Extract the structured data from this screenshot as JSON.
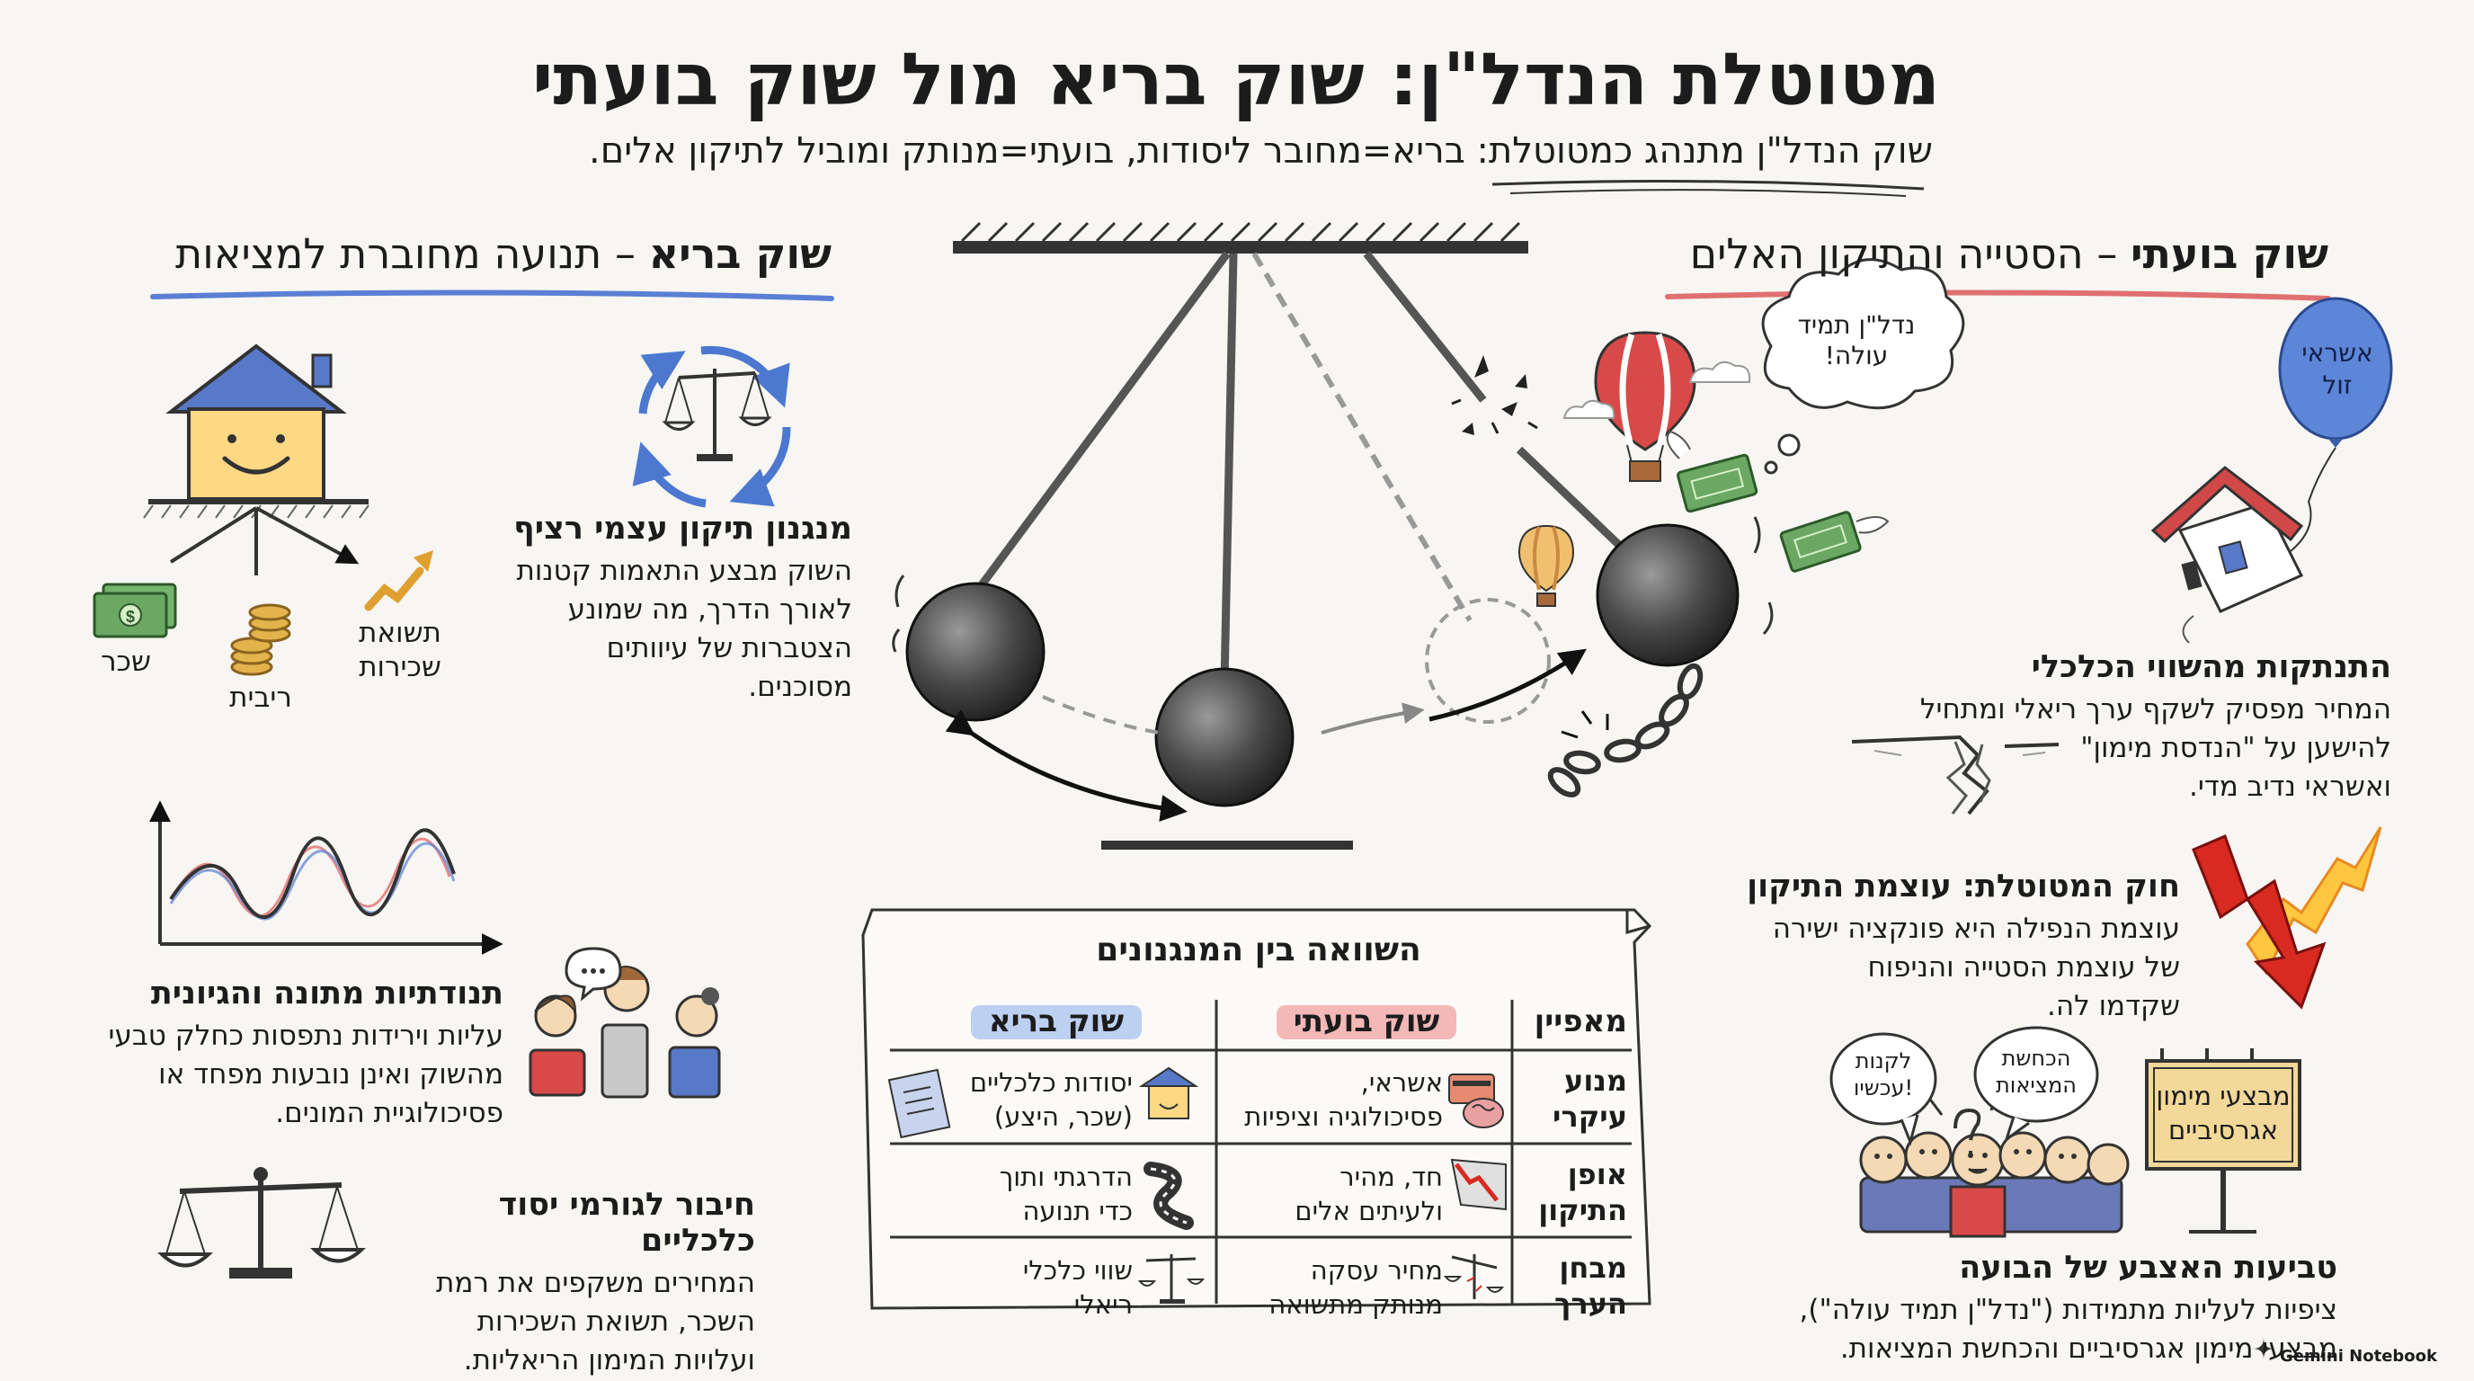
{
  "header": {
    "title": "מטוטלת הנדל\"ן: שוק בריא מול שוק בועתי",
    "subtitle": "שוק הנדל\"ן מתנהג כמטוטלת: בריא=מחובר ליסודות, בועתי=מנותק ומוביל לתיקון אלים."
  },
  "healthy": {
    "title_bold": "שוק בריא",
    "title_rest": " – תנועה מחוברת למציאות",
    "labels": {
      "salary": "שכר",
      "interest": "ריבית",
      "employment_l1": "תשואת",
      "employment_l2": "שכירות"
    },
    "blocks": [
      {
        "title": "מנגנון תיקון עצמי רציף",
        "body_lines": [
          "השוק מבצע התאמות קטנות",
          "לאורך הדרך, מה שמונע",
          "הצטברות של עיוותים",
          "מסוכנים."
        ]
      },
      {
        "title": "תנודתיות מתונה והגיונית",
        "body_lines": [
          "עליות וירידות נתפסות כחלק טבעי",
          "מהשוק ואינן נובעות מפחד או",
          "פסיכולוגיית המונים."
        ]
      },
      {
        "title": "חיבור לגורמי יסוד כלכליים",
        "body_lines": [
          "המחירים משקפים את רמת",
          "השכר, תשואת השכירות",
          "ועלויות המימון הריאליות."
        ]
      }
    ]
  },
  "bubble_market": {
    "title_bold": "שוק בועתי",
    "title_rest": " – הסטייה והתיקון האלים",
    "balloon_text_lines": [
      "אשראי",
      "זול"
    ],
    "thought_bubble_lines": [
      "נדל\"ן תמיד",
      "עולה!"
    ],
    "blocks": [
      {
        "title": "התנתקות מהשווי הכלכלי",
        "body_lines": [
          "המחיר מפסיק לשקף ערך ריאלי ומתחיל",
          "להישען על \"הנדסת מימון\"",
          "ואשראי נדיב מדי."
        ]
      },
      {
        "title": "חוק המטוטלת: עוצמת התיקון",
        "body_lines": [
          "עוצמת הנפילה היא פונקציה ישירה",
          "של עוצמת הסטייה והניפוח",
          "שקדמו לה."
        ]
      },
      {
        "title": "טביעות האצבע של הבועה",
        "body_lines": [
          "ציפיות לעליות מתמידות (\"נדל\"ן תמיד עולה\"),",
          "מבצעי מימון אגרסיביים והכחשת המציאות."
        ]
      }
    ],
    "crowd_bubbles": [
      [
        "לקנות",
        "עכשיו!"
      ],
      [
        "הכחשת",
        "המציאות"
      ]
    ],
    "billboard_lines": [
      "מבצעי מימון",
      "אגרסיביים"
    ]
  },
  "table": {
    "title": "השוואה בין המנגנונים",
    "headers": {
      "feature": "מאפיין",
      "bubble": "שוק בועתי",
      "healthy": "שוק בריא"
    },
    "rows": [
      {
        "feature_lines": [
          "מנוע",
          "עיקרי"
        ],
        "bubble_lines": [
          "אשראי,",
          "פסיכולוגיה וציפיות"
        ],
        "healthy_lines": [
          "יסודות כלכליים",
          "(שכר, היצע)"
        ]
      },
      {
        "feature_lines": [
          "אופן",
          "התיקון"
        ],
        "bubble_lines": [
          "חד, מהיר",
          "ולעיתים אלים"
        ],
        "healthy_lines": [
          "הדרגתי ותוך",
          "כדי תנועה"
        ]
      },
      {
        "feature_lines": [
          "מבחן",
          "הערך"
        ],
        "bubble_lines": [
          "מחיר עסקה",
          "מנותק מתשואה"
        ],
        "healthy_lines": [
          "שווי כלכלי",
          "ריאלי"
        ]
      }
    ]
  },
  "watermark": "Gemini Notebook",
  "colors": {
    "healthy_accent": "#5b7fd4",
    "bubble_accent": "#e07070",
    "house_fill": "#ffd884",
    "roof_blue": "#5878c8",
    "roof_red": "#d04848"
  }
}
